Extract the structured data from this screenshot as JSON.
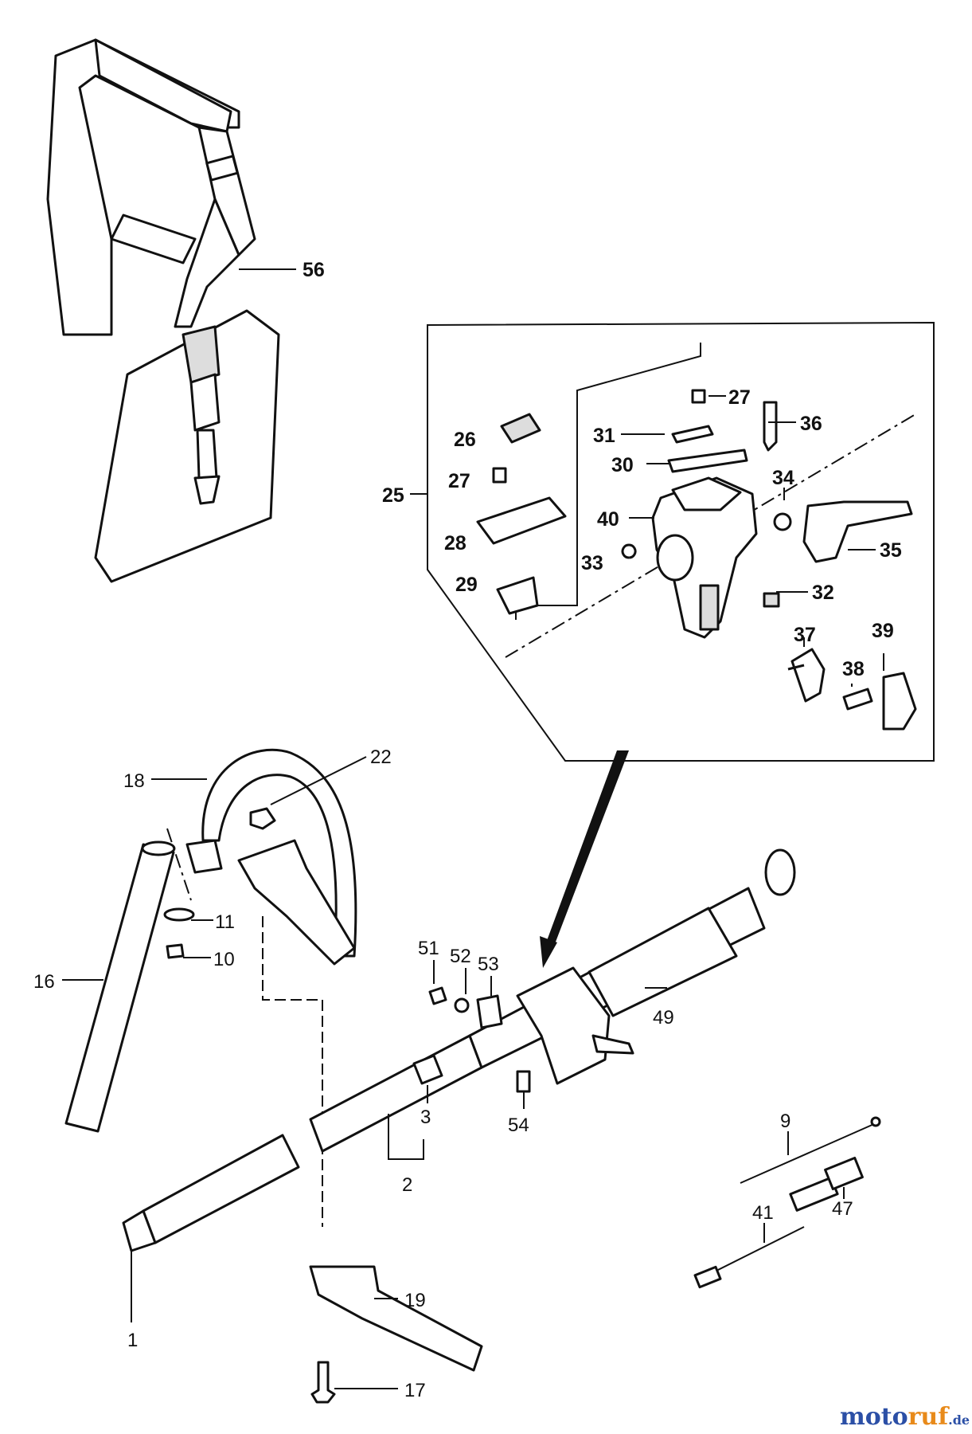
{
  "labels": {
    "p1": "1",
    "p2": "2",
    "p3": "3",
    "p9": "9",
    "p10": "10",
    "p11": "11",
    "p16": "16",
    "p17": "17",
    "p18": "18",
    "p19": "19",
    "p22": "22",
    "p25": "25",
    "p26": "26",
    "p27a": "27",
    "p27b": "27",
    "p28": "28",
    "p29": "29",
    "p30": "30",
    "p31": "31",
    "p32": "32",
    "p33": "33",
    "p34": "34",
    "p35": "35",
    "p36": "36",
    "p37": "37",
    "p38": "38",
    "p39": "39",
    "p40": "40",
    "p41": "41",
    "p47": "47",
    "p49": "49",
    "p51": "51",
    "p52": "52",
    "p53": "53",
    "p54": "54",
    "p56": "56"
  },
  "watermark": {
    "prefix": "moto",
    "suffix": "ruf",
    "tld": ".de"
  },
  "colors": {
    "watermark_blue": "#2b4fa6",
    "watermark_orange": "#e88a1a",
    "line": "#111111"
  }
}
